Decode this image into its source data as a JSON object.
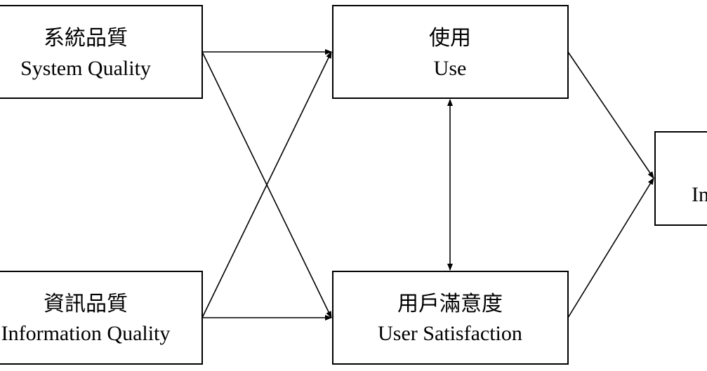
{
  "nodes": {
    "system_quality": {
      "zh": "系統品質",
      "en": "System Quality"
    },
    "information_quality": {
      "zh": "資訊品質",
      "en": "Information Quality"
    },
    "use": {
      "zh": "使用",
      "en": "Use"
    },
    "user_satisfaction": {
      "zh": "用戶滿意度",
      "en": "User Satisfaction"
    },
    "impact": {
      "zh": "",
      "en": "In"
    }
  },
  "edges": [
    {
      "from": "system_quality",
      "to": "use"
    },
    {
      "from": "system_quality",
      "to": "user_satisfaction"
    },
    {
      "from": "information_quality",
      "to": "use"
    },
    {
      "from": "information_quality",
      "to": "user_satisfaction"
    },
    {
      "from": "use",
      "to": "user_satisfaction",
      "bidirectional": true
    },
    {
      "from": "use",
      "to": "impact"
    },
    {
      "from": "user_satisfaction",
      "to": "impact"
    }
  ]
}
